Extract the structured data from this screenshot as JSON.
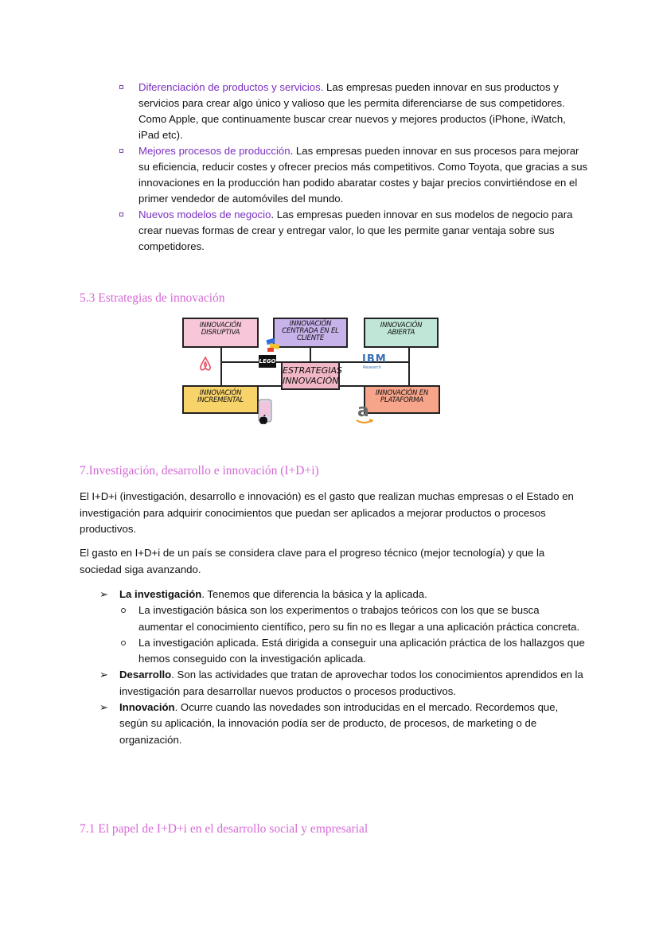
{
  "bullets_top": [
    {
      "title": "Diferenciación de productos y servicios.",
      "text": " Las empresas pueden innovar en sus productos y servicios para crear algo único y valioso que les permita diferenciarse de sus competidores. Como Apple, que continuamente buscar crear nuevos y mejores productos (iPhone, iWatch, iPad etc)."
    },
    {
      "title": "Mejores procesos de producción",
      "text": ". Las empresas pueden innovar en sus procesos para mejorar su eficiencia, reducir costes y ofrecer precios más competitivos. Como Toyota, que gracias a sus innovaciones en la producción han podido abaratar costes y bajar precios convirtiéndose en el primer vendedor de automóviles del mundo."
    },
    {
      "title": "Nuevos modelos de negocio",
      "text": ". Las empresas pueden innovar en sus modelos de negocio para crear nuevas formas de crear y entregar valor, lo que les permite ganar ventaja sobre sus competidores."
    }
  ],
  "heading_53": "5.3 Estrategias de innovación",
  "diagram": {
    "center": [
      "ESTRATEGIAS",
      "INNOVACIÓN"
    ],
    "boxes": {
      "disruptiva": [
        "INNOVACIÓN",
        "DISRUPTIVA"
      ],
      "cliente": [
        "INNOVACIÓN",
        "CENTRADA EN EL",
        "CLIENTE"
      ],
      "abierta": [
        "INNOVACIÓN",
        "ABIERTA"
      ],
      "incremental": [
        "INNOVACIÓN",
        "INCREMENTAL"
      ],
      "plataforma": [
        "INNOVACIÓN EN",
        "PLATAFORMA"
      ]
    },
    "logos": {
      "lego": "LEGO",
      "ibm": "IBM",
      "ibm_sub": "Research",
      "amazon": "a"
    },
    "colors": {
      "disruptiva": "#f7c6d9",
      "cliente": "#c7b2ea",
      "abierta": "#bfe6d6",
      "incremental": "#f7d36a",
      "plataforma": "#f6a48a",
      "center": "#f2b7c6"
    }
  },
  "heading_7": "7.Investigación, desarrollo e innovación (I+D+i)",
  "para1": "El I+D+i (investigación, desarrollo e innovación) es el gasto que realizan muchas empresas o el Estado en investigación para adquirir conocimientos que puedan ser aplicados a mejorar productos o procesos productivos.",
  "para2": "El gasto en I+D+i de un país se considera clave para el progreso técnico (mejor tecnología) y que la sociedad siga avanzando.",
  "arrow_items": [
    {
      "bold": "La investigación",
      "text": ". Tenemos que diferencia la básica y la aplicada.",
      "sub": [
        " La investigación básica son los experimentos o trabajos teóricos con los que se busca aumentar el conocimiento científico, pero su fin no es llegar a una aplicación práctica concreta.",
        " La investigación aplicada. Está dirigida a conseguir una aplicación práctica de los hallazgos que hemos conseguido con la investigación aplicada."
      ]
    },
    {
      "bold": "Desarrollo",
      "text": ". Son las actividades que tratan de aprovechar todos los conocimientos aprendidos en la investigación para desarrollar nuevos productos o procesos productivos."
    },
    {
      "bold": "Innovación",
      "text": ". Ocurre cuando las novedades son introducidas en el mercado. Recordemos que, según su aplicación, la innovación podía ser de producto, de procesos, de marketing o de organización."
    }
  ],
  "heading_71": "7.1 El papel de I+D+i en el desarrollo social y empresarial"
}
